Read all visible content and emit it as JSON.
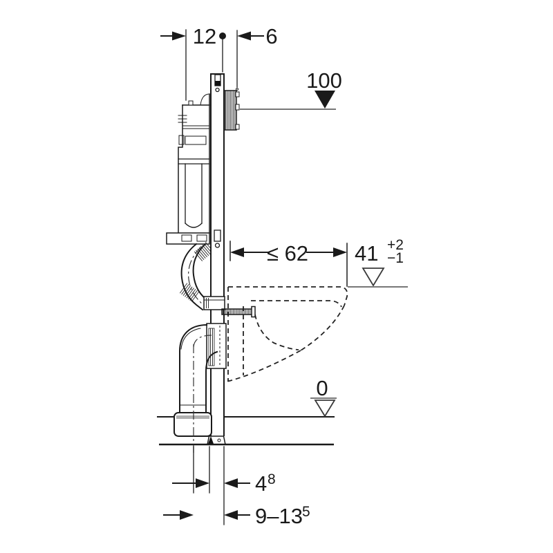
{
  "drawing": {
    "labels": {
      "dim_top_left": "12",
      "dim_top_right": "6",
      "level_top": "100",
      "dim_depth": "≤ 62",
      "level_seat": "41",
      "level_seat_plus": "+2",
      "level_seat_minus": "−1",
      "level_floor": "0",
      "dim_outlet": "4",
      "dim_outlet_sup": "8",
      "dim_outlet_range": "9–13",
      "dim_outlet_range_sup": "5"
    },
    "colors": {
      "line": "#1a1a1a",
      "level_line": "#777777",
      "marker_fill": "#1a1a1a",
      "hatch": "#333333",
      "socket_band": "#b0b0b0",
      "background": "#ffffff"
    }
  }
}
